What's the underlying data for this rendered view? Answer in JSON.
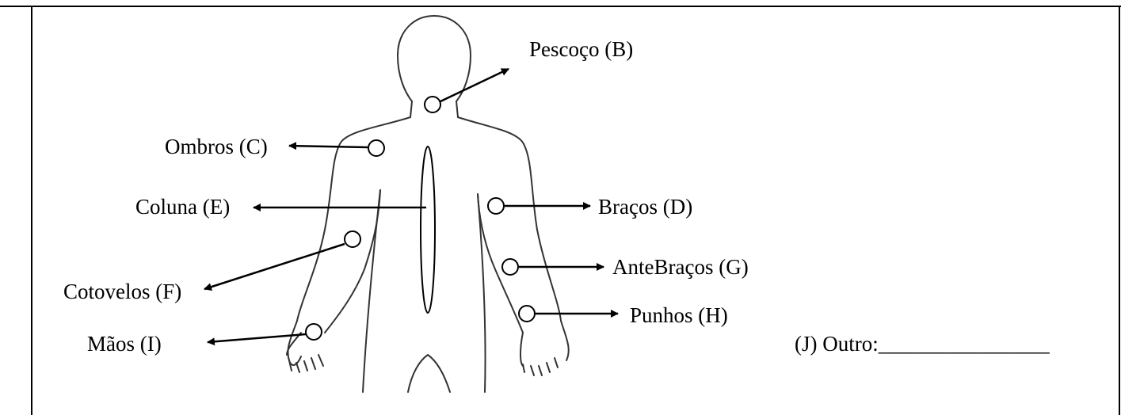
{
  "diagram": {
    "labels": {
      "pescoco": "Pescoço (B)",
      "ombros": "Ombros (C)",
      "coluna": "Coluna (E)",
      "bracos": "Braços (D)",
      "cotovelos": "Cotovelos (F)",
      "antebracos": "AnteBraços (G)",
      "punhos": "Punhos (H)",
      "maos": "Mãos (I)",
      "outro": "(J) Outro:________________"
    }
  }
}
